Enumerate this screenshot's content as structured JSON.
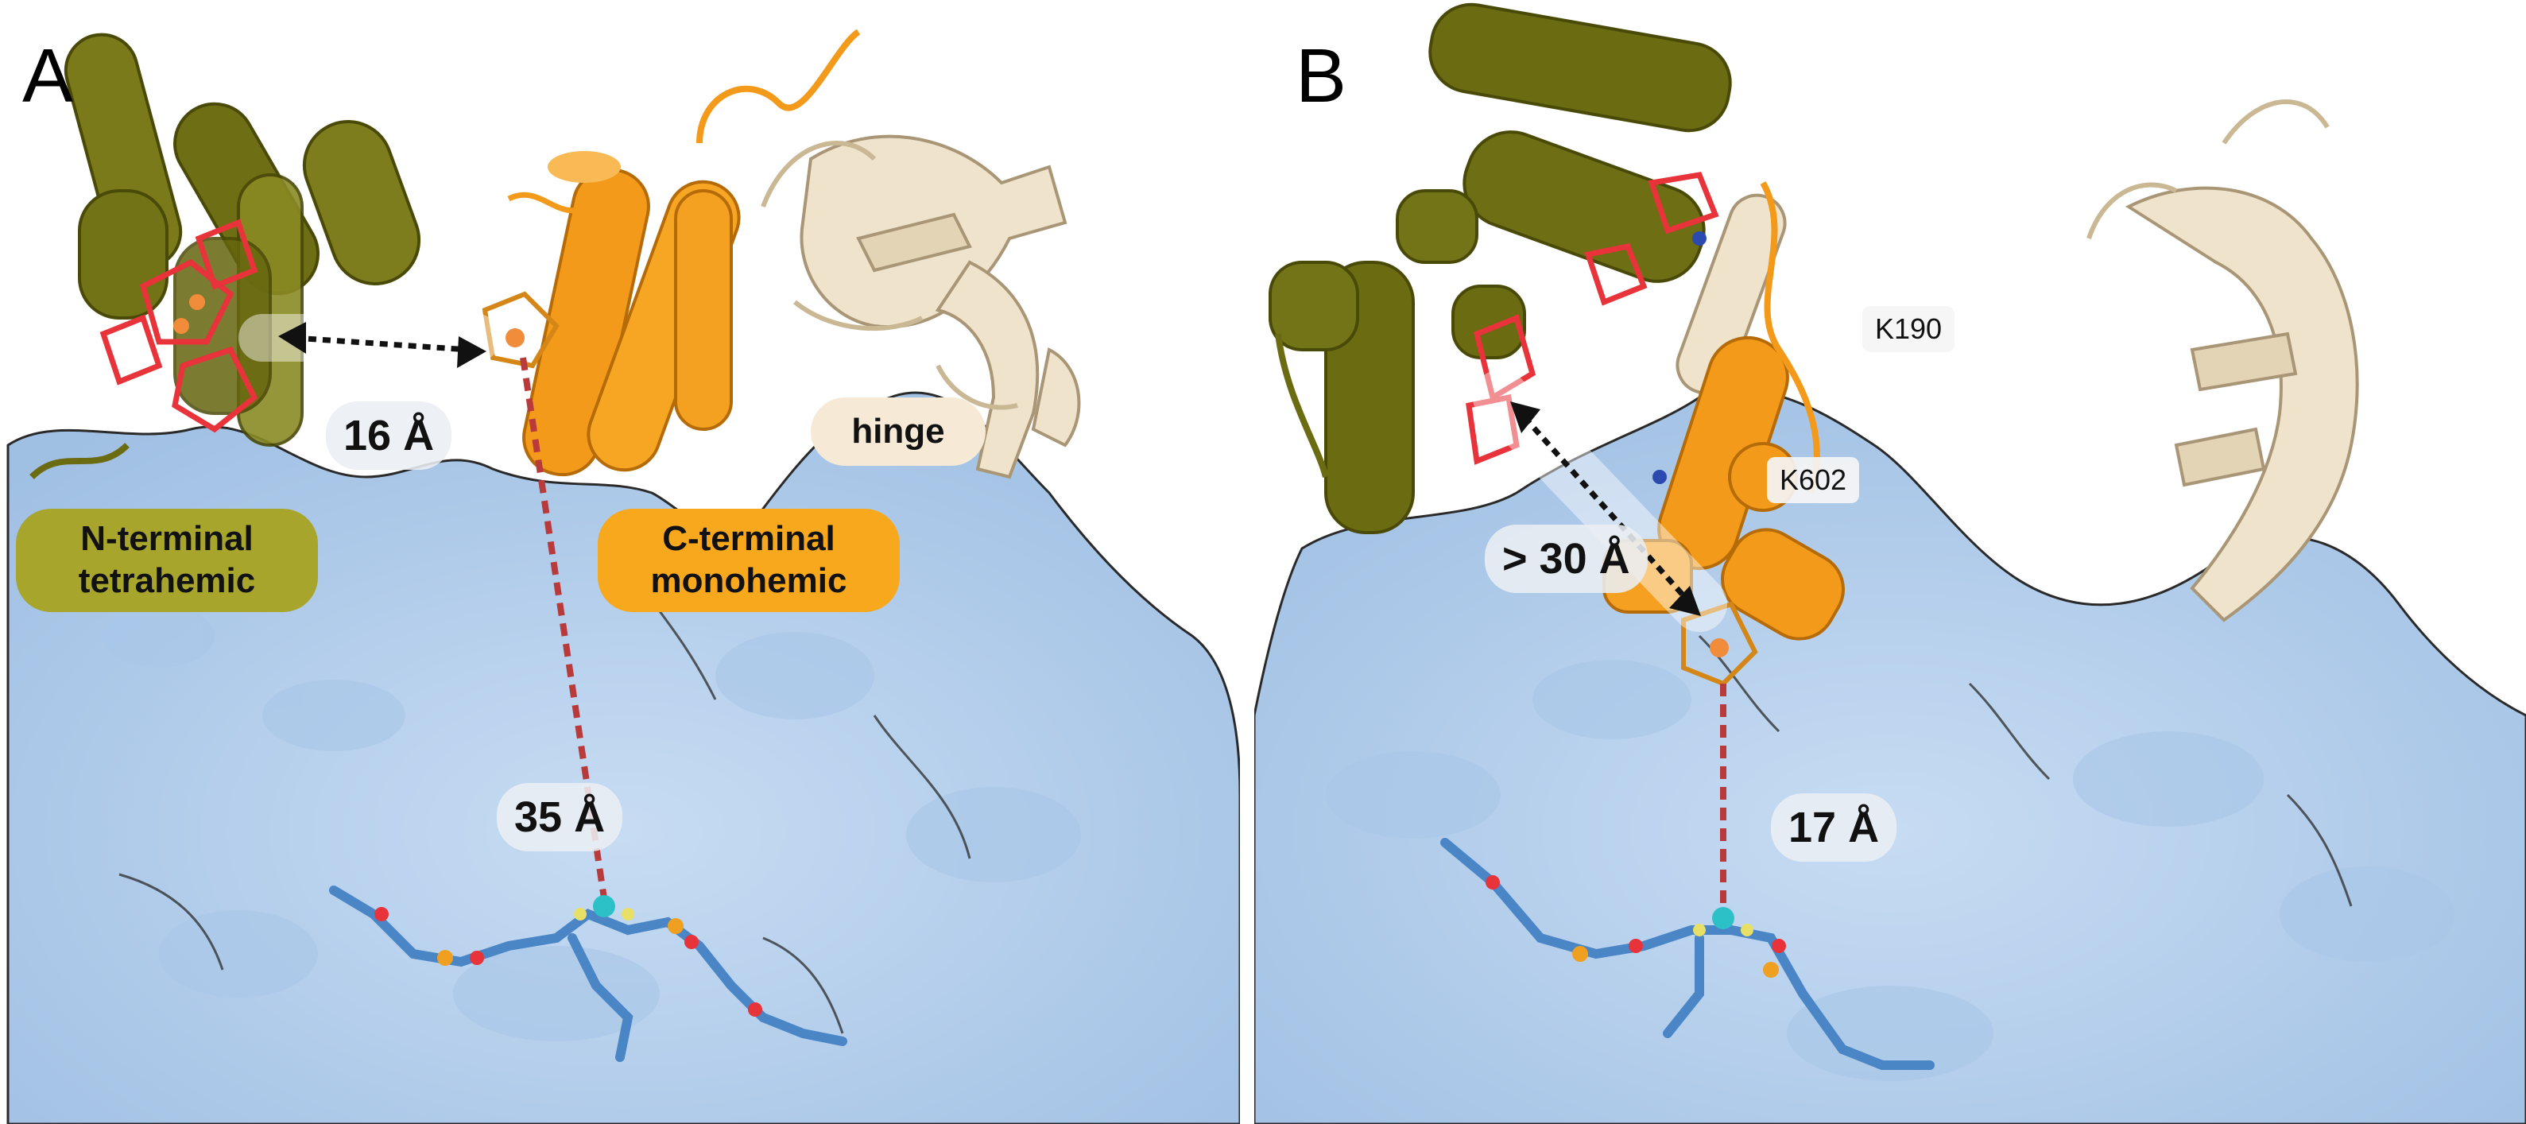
{
  "panels": [
    {
      "letter": "A",
      "labels": {
        "n_dist": "16 Å",
        "fad_dist": "35 Å",
        "hinge": "hinge",
        "n_terminal": "N-terminal\ntetrahemic",
        "c_terminal": "C-terminal\nmonohemic"
      }
    },
    {
      "letter": "B",
      "labels": {
        "n_dist": "> 30 Å",
        "fad_dist": "17 Å",
        "k190": "K190",
        "k602": "K602"
      }
    }
  ],
  "colors": {
    "surface": "#b9d3ef",
    "surface_shade": "#9fbfe3",
    "n_domain": "#6b6b12",
    "c_domain": "#f39a1a",
    "hinge_domain": "#efe3cc",
    "heme": "#e8333a",
    "fad": "#4a86c6",
    "n_pill": "#a7a52c",
    "c_pill": "#f7a81c",
    "hinge_pill": "#f6ead6"
  }
}
